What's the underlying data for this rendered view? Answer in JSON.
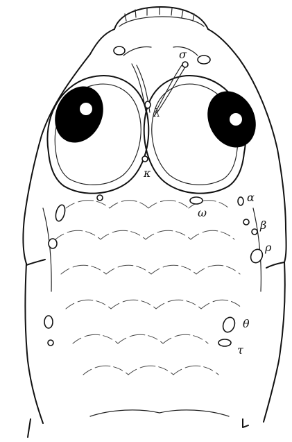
{
  "labels": {
    "sigma": "σ",
    "lambda": "λ",
    "kappa": "κ",
    "alpha": "α",
    "omega": "ω",
    "beta": "β",
    "rho": "ρ",
    "theta": "θ",
    "tau": "τ"
  },
  "colors": {
    "ink": "#111111",
    "background": "#ffffff",
    "eye_pupil": "#000000"
  }
}
